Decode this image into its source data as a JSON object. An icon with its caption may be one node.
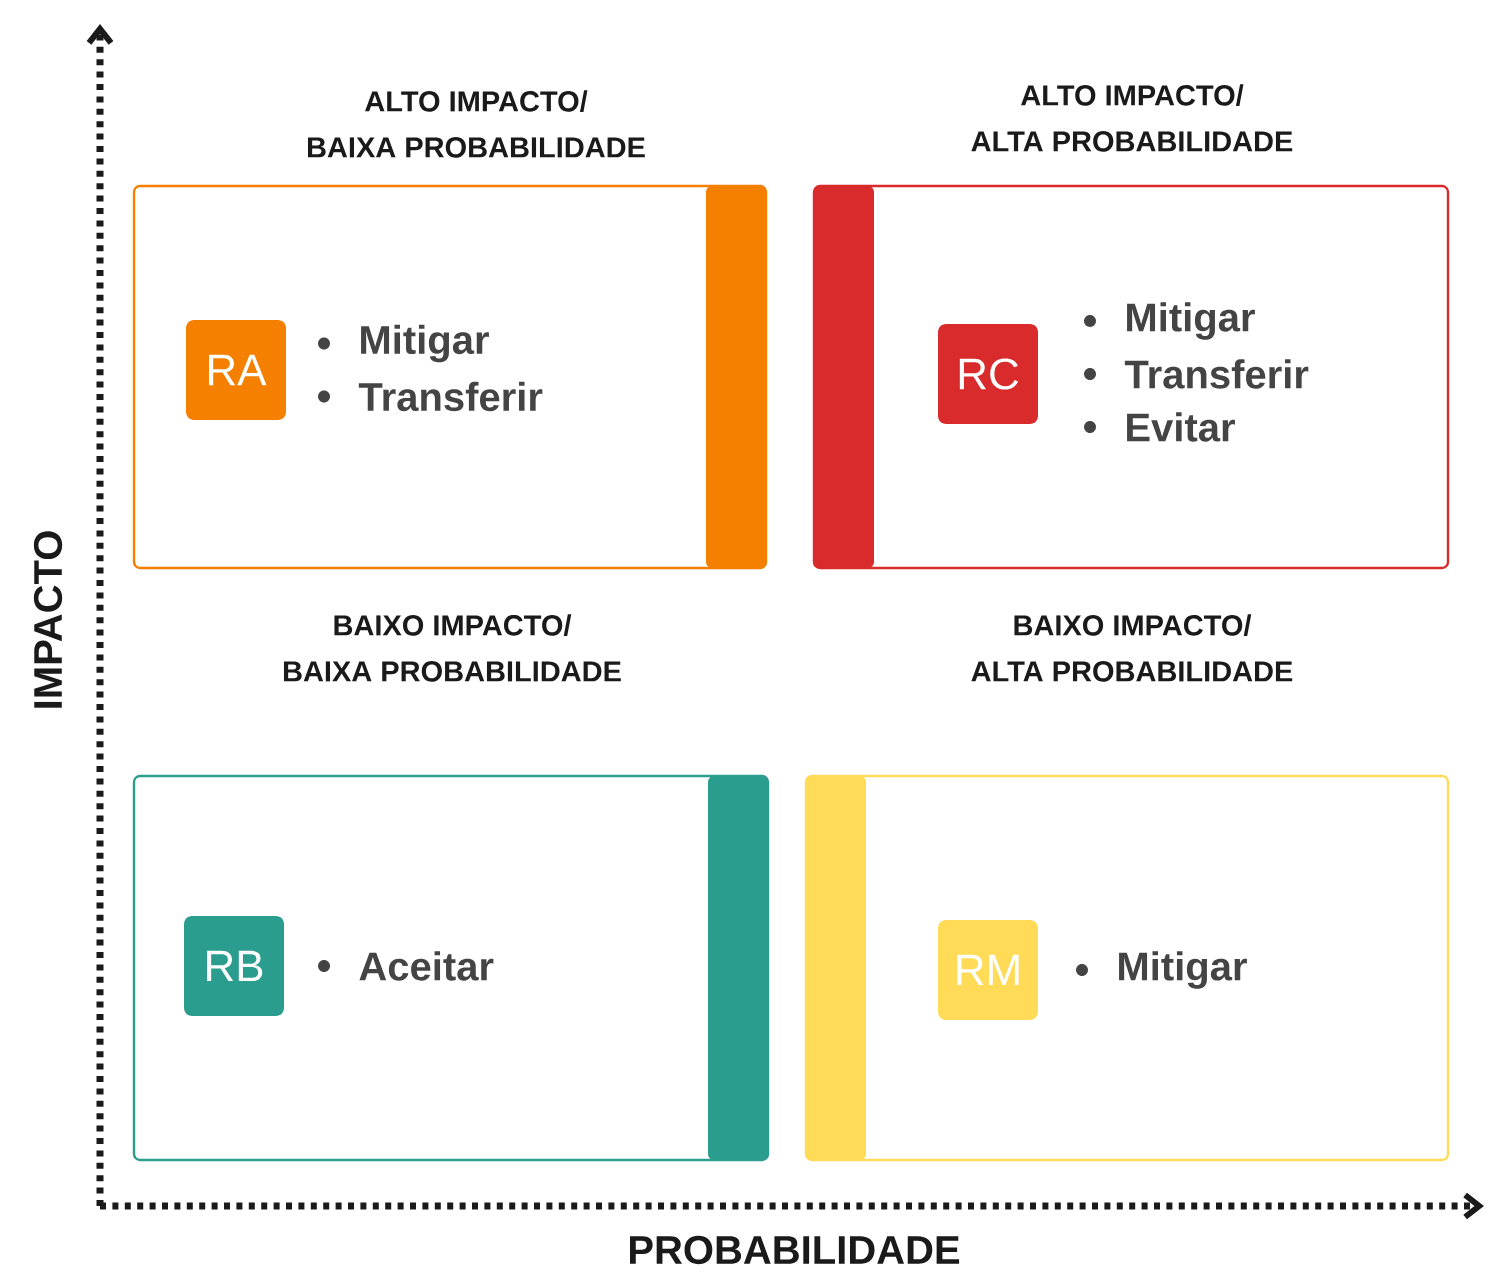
{
  "diagram": {
    "nodes": [
      {
        "text": [
          "ALTO IMPACTO/ BAIXA PROBABILIDADE",
          "Mitigar",
          "Transferir"
        ]
      },
      {
        "text": [
          "RA"
        ],
        "in": 0
      },
      {
        "text": [
          "ALTO IMPACTO/ ALTA PROBABILIDADE",
          "Mitigar",
          "Transferir",
          "Evitar"
        ]
      },
      {
        "text": [
          "RC"
        ],
        "in": 2
      },
      {
        "text": [
          "BAIXO IMPACTO/ BAIXA PROBABILIDADE",
          "Aceitar"
        ]
      },
      {
        "text": [
          "RB"
        ],
        "in": 4
      },
      {
        "text": [
          "BAIXO IMPACTO/ ALTA PROBABILIDADE",
          "Mitigar"
        ]
      },
      {
        "text": [
          "RM"
        ],
        "in": 6
      }
    ],
    "edges": [],
    "labels": [
      "IMPACTO",
      "PROBABILIDADE"
    ]
  }
}
